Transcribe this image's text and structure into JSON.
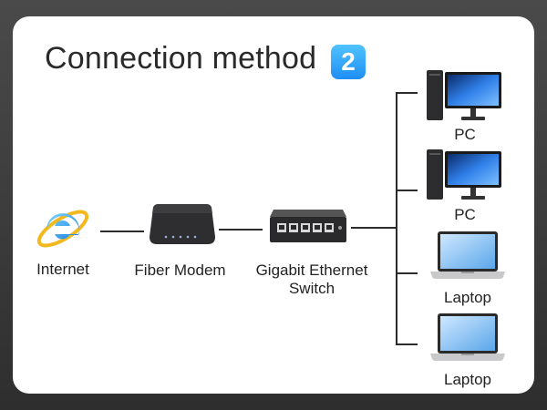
{
  "title": "Connection method",
  "step_number": "2",
  "nodes": {
    "internet": "Internet",
    "modem": "Fiber Modem",
    "switch_line1": "Gigabit Ethernet",
    "switch_line2": "Switch",
    "pc1": "PC",
    "pc2": "PC",
    "laptop1": "Laptop",
    "laptop2": "Laptop"
  },
  "colors": {
    "accent": "#1f8ef5",
    "line": "#2b2b2b",
    "background": "#3a3a3a",
    "card": "#ffffff"
  },
  "icons": [
    "internet-explorer-icon",
    "fiber-modem-icon",
    "ethernet-switch-icon",
    "desktop-pc-icon",
    "laptop-icon"
  ]
}
